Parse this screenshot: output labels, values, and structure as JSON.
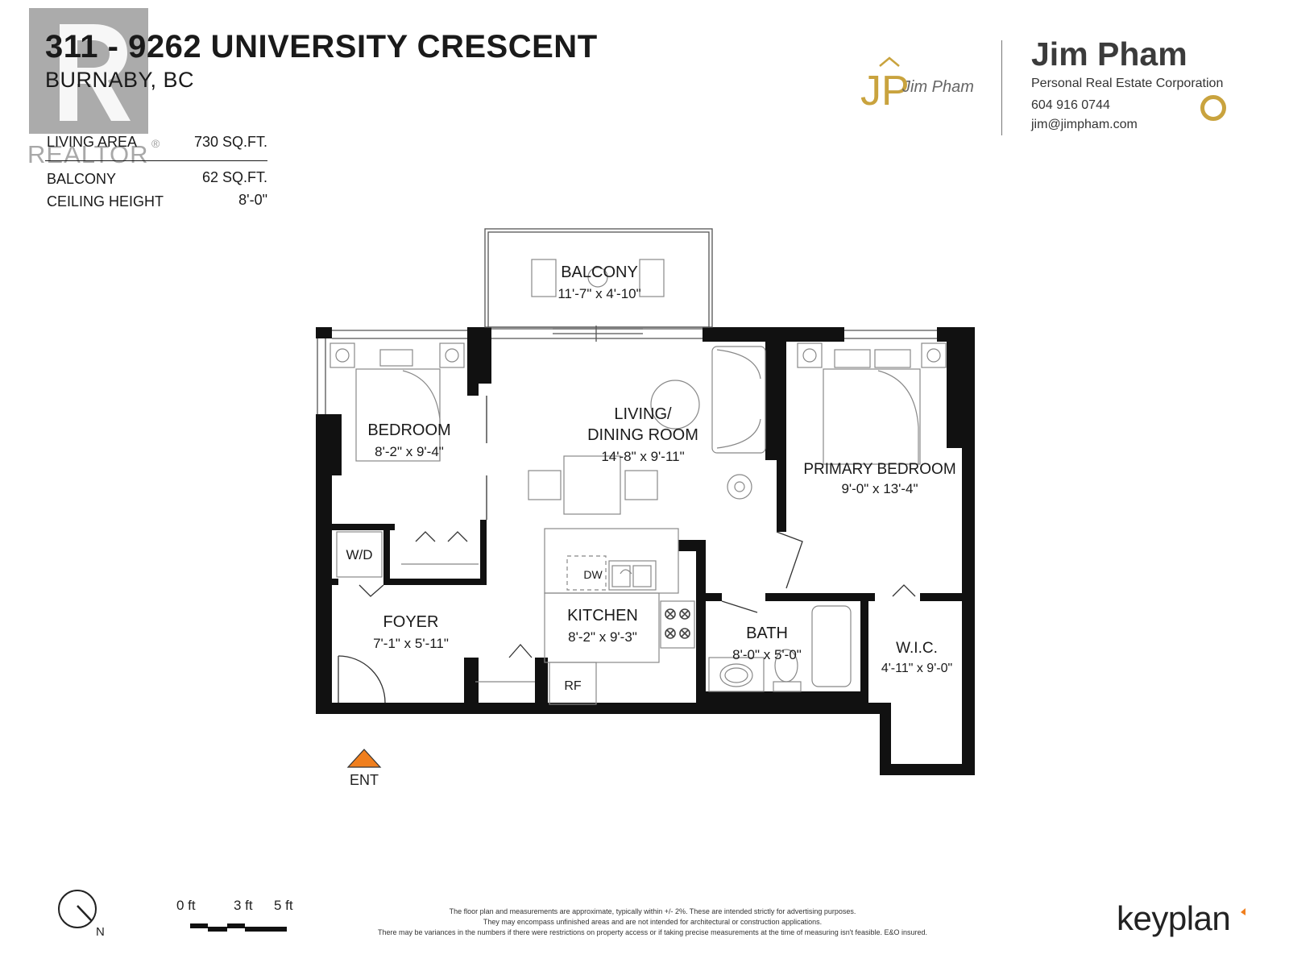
{
  "header": {
    "address": "311 - 9262 UNIVERSITY CRESCENT",
    "city": "BURNABY, BC"
  },
  "stats": [
    {
      "label": "LIVING AREA",
      "value": "730 SQ.FT."
    },
    {
      "label": "BALCONY",
      "value": "62 SQ.FT."
    },
    {
      "label": "CEILING HEIGHT",
      "value": "8'-0\""
    }
  ],
  "watermark": {
    "text": "REALTOR",
    "mark": "®"
  },
  "agent": {
    "name": "Jim Pham",
    "company": "Personal Real Estate Corporation",
    "phone": "604 916 0744",
    "email": "jim@jimpham.com",
    "logo_initials": "JP",
    "logo_script": "Jim Pham"
  },
  "rooms": [
    {
      "name": "BALCONY",
      "dims": "11'-7\"  x  4'-10\""
    },
    {
      "name": "BEDROOM",
      "dims": "8'-2\"  x  9'-4\""
    },
    {
      "name": "LIVING/",
      "name2": "DINING ROOM",
      "dims": "14'-8\"  x  9'-11\""
    },
    {
      "name": "PRIMARY BEDROOM",
      "dims": "9'-0\"  x  13'-4\""
    },
    {
      "name": "FOYER",
      "dims": "7'-1\"  x  5'-11\""
    },
    {
      "name": "KITCHEN",
      "dims": "8'-2\"  x  9'-3\""
    },
    {
      "name": "BATH",
      "dims": "8'-0\"  x  5'-0\""
    },
    {
      "name": "W.I.C.",
      "dims": "4'-11\" x 9'-0\""
    }
  ],
  "fixtures": {
    "wd": "W/D",
    "dw": "DW",
    "rf": "RF"
  },
  "entry": {
    "label": "ENT",
    "color": "#f07f1e"
  },
  "scale": {
    "labels": [
      "0 ft",
      "3 ft",
      "5 ft"
    ]
  },
  "compass": {
    "label": "N"
  },
  "disclaimer": [
    "The floor plan and measurements are approximate, typically within +/- 2%. These are intended strictly for advertising purposes.",
    "They may encompass unfinished areas and are not intended for architectural or construction applications.",
    "There may be variances in the numbers if there were restrictions on property access or if taking precise measurements at the time of measuring isn't feasible. E&O insured."
  ],
  "brand": {
    "name": "keyplan",
    "accent": "#f07f1e"
  },
  "colors": {
    "wall": "#111111",
    "gold": "#c9a33e"
  }
}
